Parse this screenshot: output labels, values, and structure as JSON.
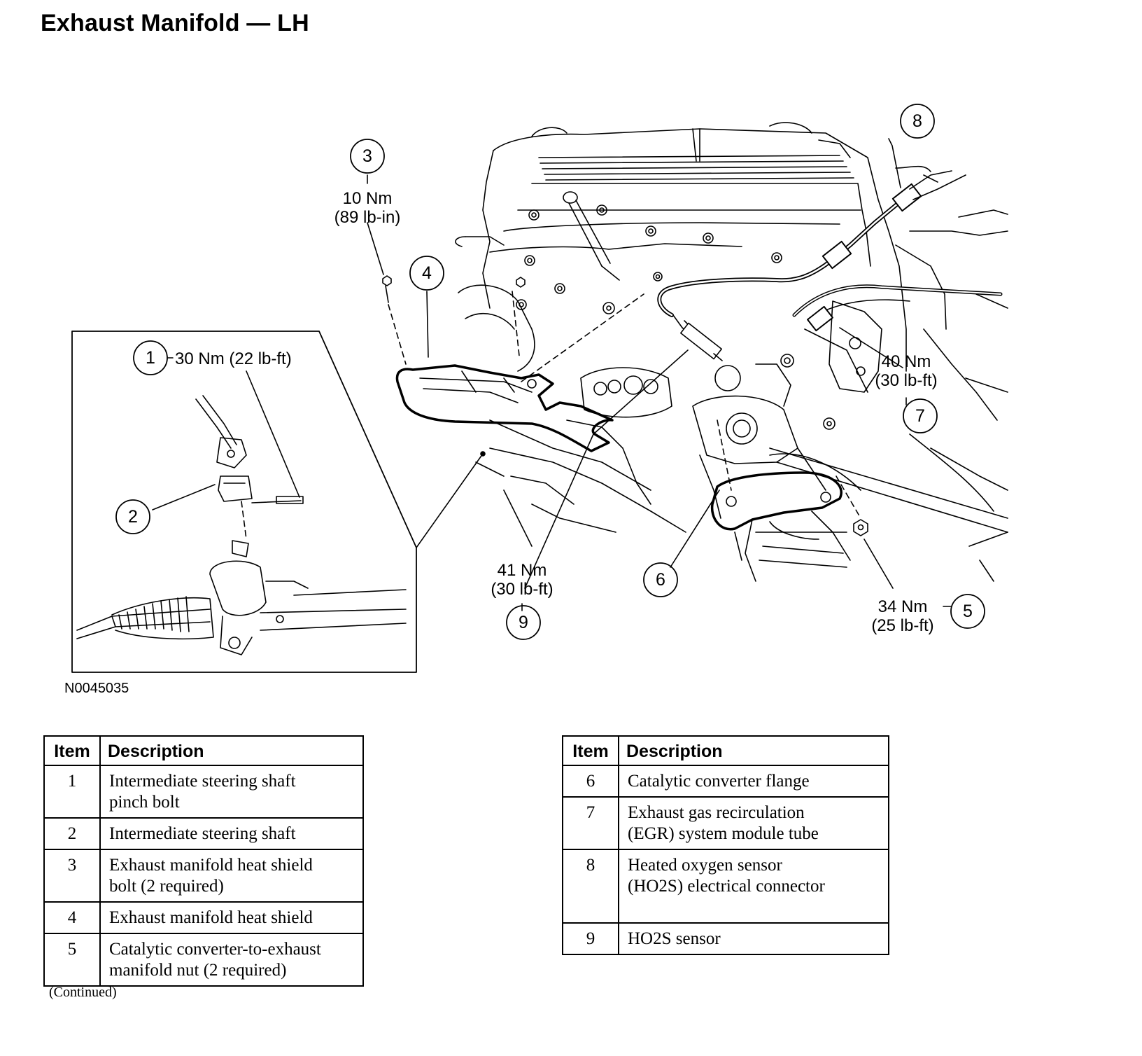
{
  "title": "Exhaust Manifold — LH",
  "figure_id": "N0045035",
  "callouts": [
    {
      "num": "1",
      "torque_line1": "30 Nm (22 lb-ft)",
      "torque_line2": ""
    },
    {
      "num": "2",
      "torque_line1": "",
      "torque_line2": ""
    },
    {
      "num": "3",
      "torque_line1": "10 Nm",
      "torque_line2": "(89 lb-in)"
    },
    {
      "num": "4",
      "torque_line1": "",
      "torque_line2": ""
    },
    {
      "num": "5",
      "torque_line1": "34 Nm",
      "torque_line2": "(25 lb-ft)"
    },
    {
      "num": "6",
      "torque_line1": "",
      "torque_line2": ""
    },
    {
      "num": "7",
      "torque_line1": "40 Nm",
      "torque_line2": "(30 lb-ft)"
    },
    {
      "num": "8",
      "torque_line1": "",
      "torque_line2": ""
    },
    {
      "num": "9",
      "torque_line1": "41 Nm",
      "torque_line2": "(30 lb-ft)"
    }
  ],
  "legend": {
    "header_item": "Item",
    "header_description": "Description",
    "left_rows": [
      {
        "item": "1",
        "line1": "Intermediate steering shaft",
        "line2": "pinch bolt"
      },
      {
        "item": "2",
        "line1": "Intermediate steering shaft",
        "line2": ""
      },
      {
        "item": "3",
        "line1": "Exhaust manifold heat shield",
        "line2": "bolt (2 required)"
      },
      {
        "item": "4",
        "line1": "Exhaust manifold heat shield",
        "line2": ""
      },
      {
        "item": "5",
        "line1": "Catalytic converter-to-exhaust",
        "line2": "manifold nut (2 required)"
      }
    ],
    "right_rows": [
      {
        "item": "6",
        "line1": "Catalytic converter flange",
        "line2": ""
      },
      {
        "item": "7",
        "line1": "Exhaust gas recirculation",
        "line2": "(EGR) system module tube"
      },
      {
        "item": "8",
        "line1": "Heated oxygen sensor",
        "line2": "(HO2S) electrical connector"
      },
      {
        "item": "9",
        "line1": "HO2S sensor",
        "line2": ""
      }
    ]
  },
  "continued": "(Continued)"
}
